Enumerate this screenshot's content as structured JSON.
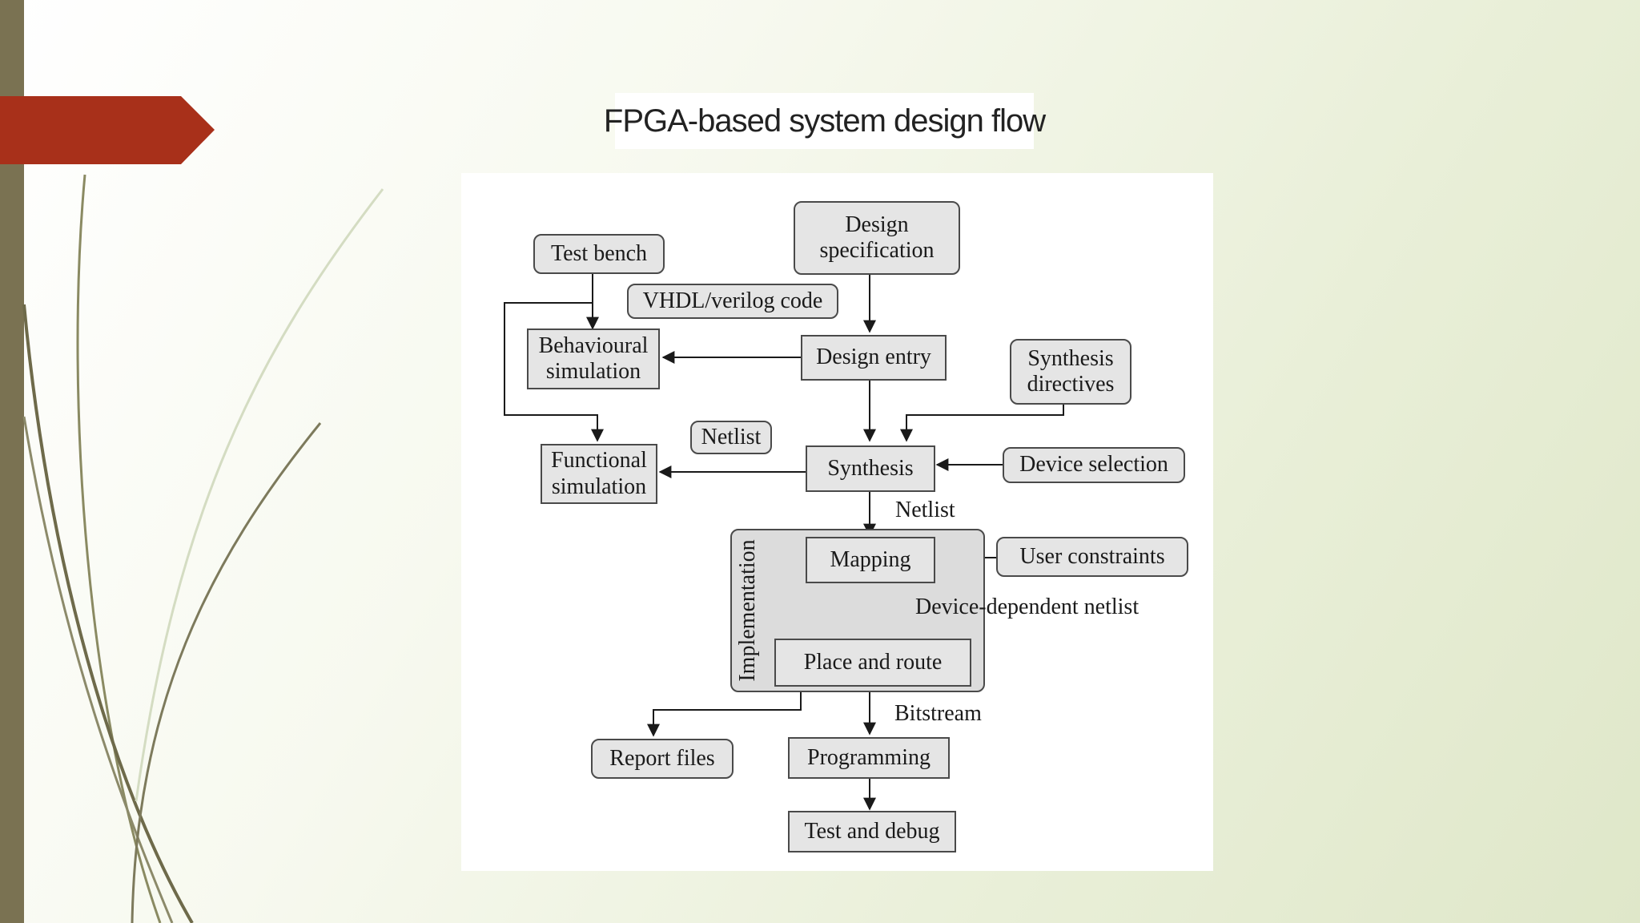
{
  "slide": {
    "title": "FPGA-based system design flow",
    "accent_color": "#a8301a",
    "sidebar_color": "#7a7252"
  },
  "diagram": {
    "nodes": {
      "test_bench": "Test bench",
      "design_specification": "Design\nspecification",
      "vhdl_code": "VHDL/verilog code",
      "behavioural_simulation": "Behavioural\nsimulation",
      "design_entry": "Design entry",
      "synthesis_directives": "Synthesis\ndirectives",
      "netlist_tag": "Netlist",
      "functional_simulation": "Functional\nsimulation",
      "synthesis": "Synthesis",
      "device_selection": "Device selection",
      "mapping": "Mapping",
      "user_constraints": "User constraints",
      "place_and_route": "Place and route",
      "report_files": "Report files",
      "programming": "Programming",
      "test_and_debug": "Test and debug"
    },
    "group_label": "Implementation",
    "edge_labels": {
      "netlist": "Netlist",
      "device_dependent_netlist": "Device-dependent netlist",
      "bitstream": "Bitstream"
    }
  }
}
